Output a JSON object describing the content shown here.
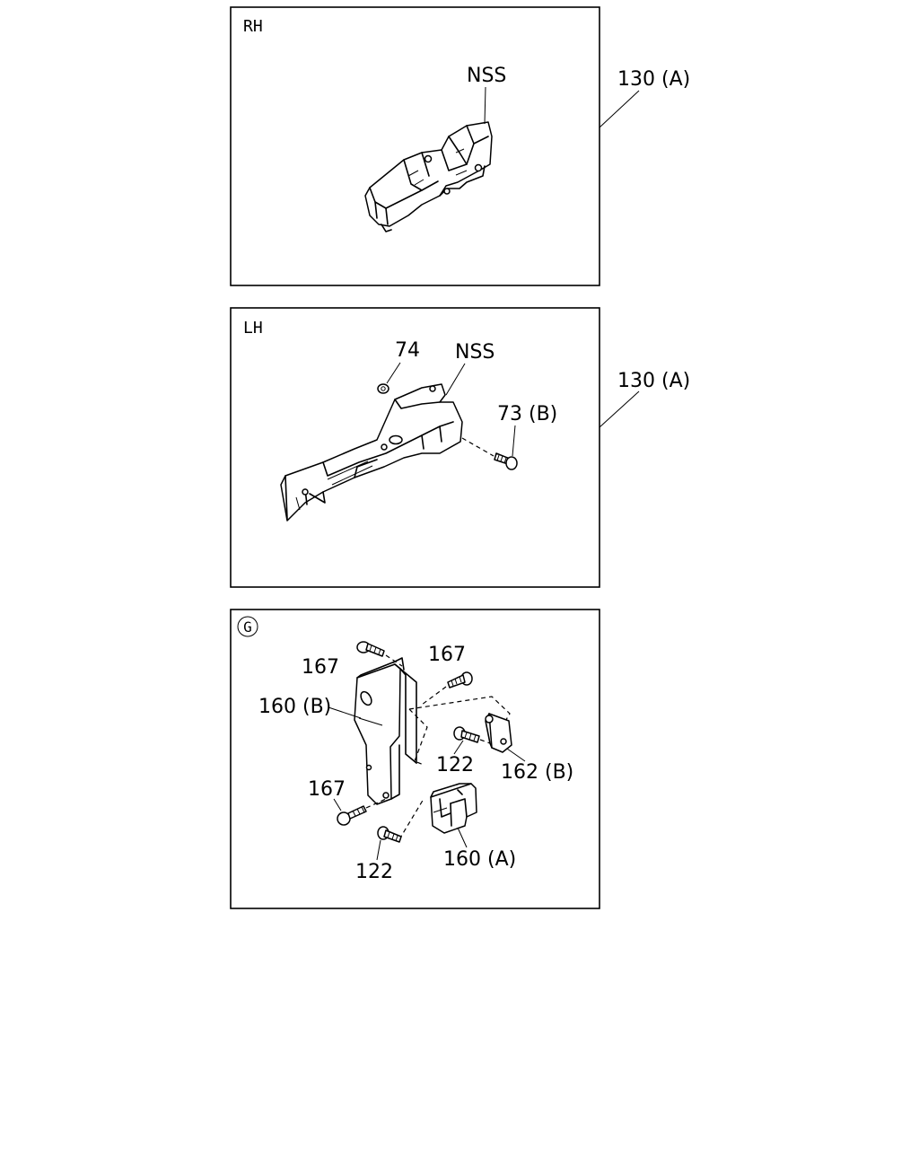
{
  "panels": {
    "rh": {
      "tag": "RH",
      "labels": {
        "nss": "NSS",
        "assembly": "130 (A)"
      }
    },
    "lh": {
      "tag": "LH",
      "labels": {
        "nut": "74",
        "nss": "NSS",
        "bolt": "73 (B)",
        "assembly": "130 (A)"
      }
    },
    "g": {
      "tag": "G",
      "labels": {
        "bolt_top_left": "167",
        "bolt_top_right": "167",
        "bracket_b": "160 (B)",
        "bolt_mid": "122",
        "bracket_162b": "162 (B)",
        "bolt_bottom_left": "167",
        "bolt_bottom": "122",
        "bracket_a": "160 (A)"
      }
    }
  }
}
